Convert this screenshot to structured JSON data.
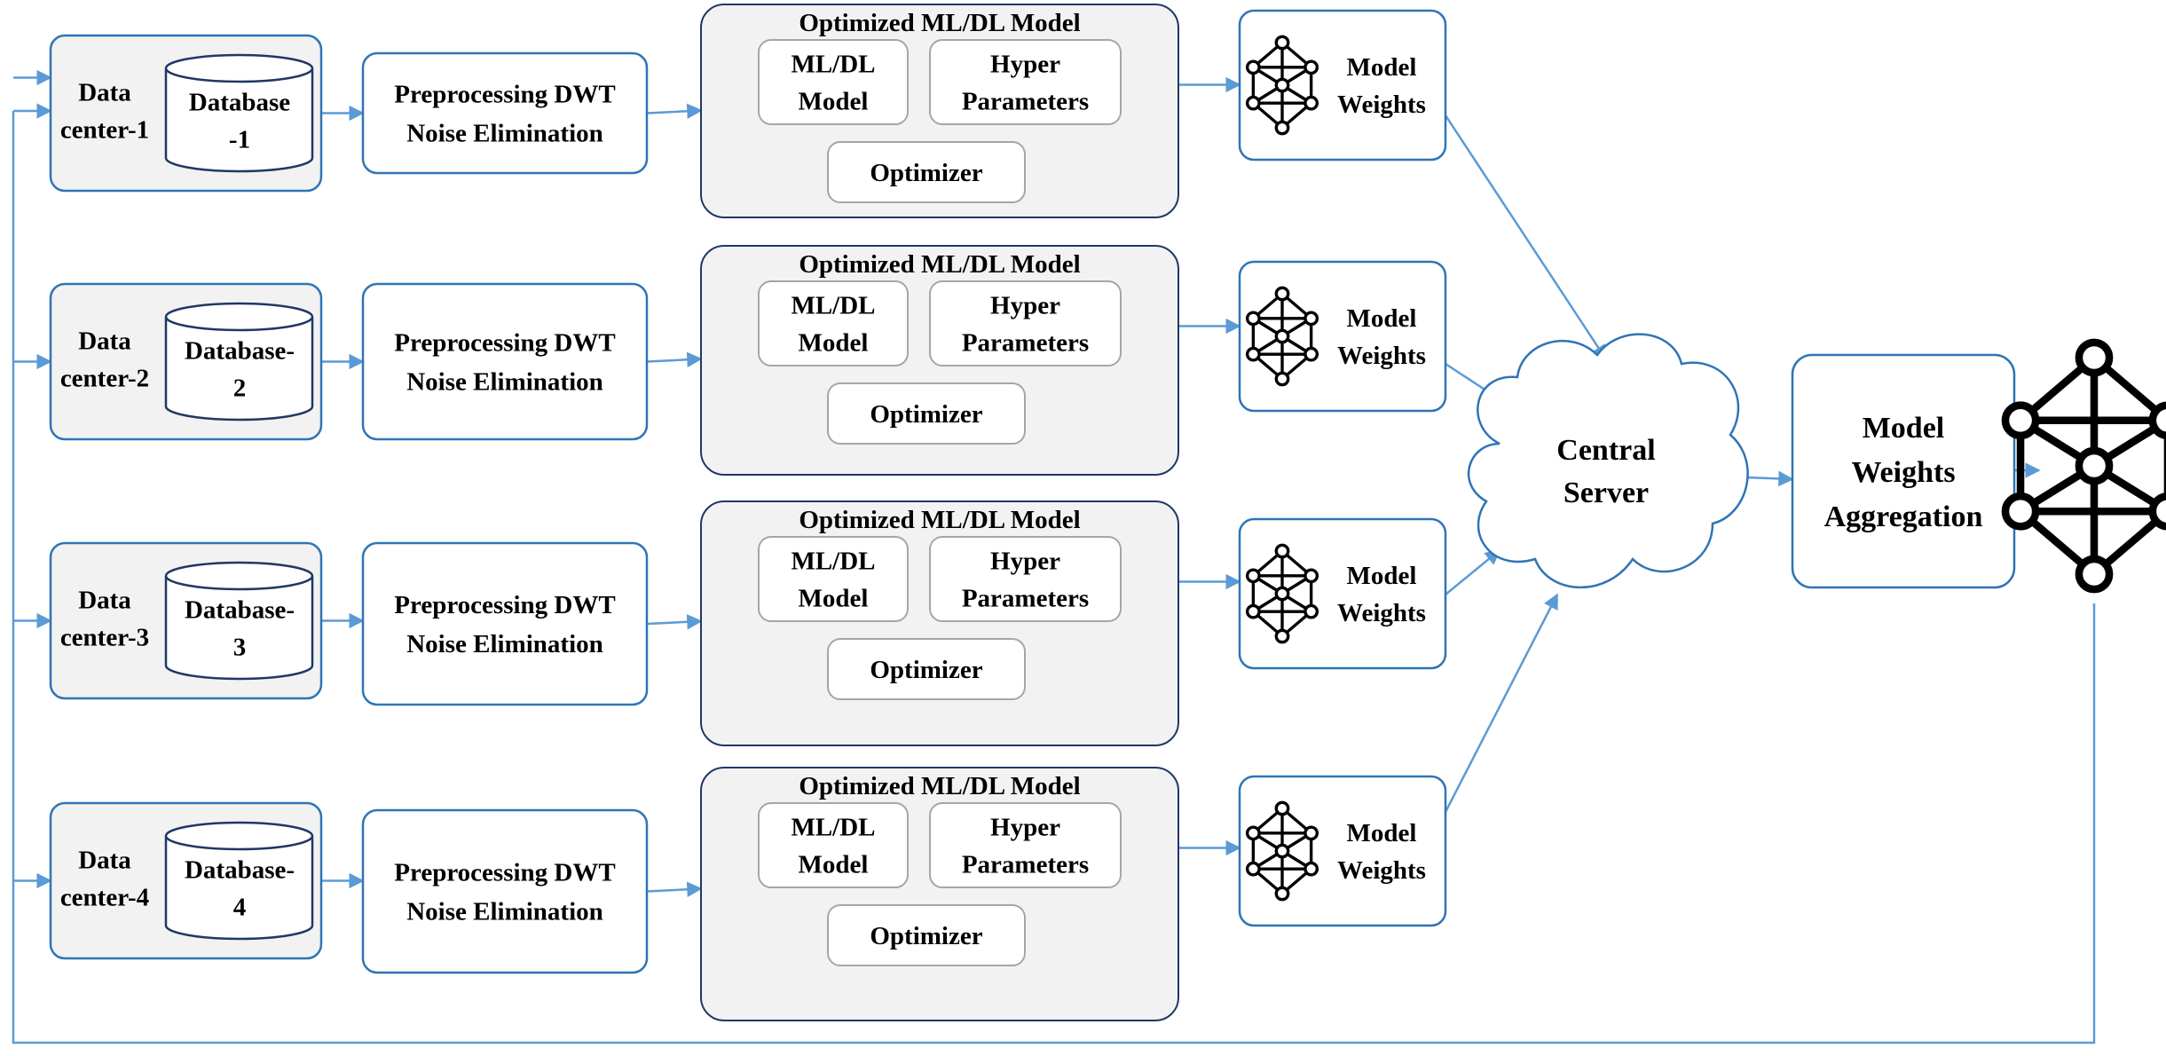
{
  "colors": {
    "edge_blue": "#2E75B6",
    "arrow_blue": "#5B9BD5",
    "panel_gray": "#F2F2F2",
    "inner_border": "#A6A6A6",
    "text": "#000000"
  },
  "rows": [
    {
      "datacenter": [
        "Data",
        "center-1"
      ],
      "database": [
        "Database",
        "-1"
      ],
      "preprocess": [
        "Preprocessing DWT",
        "Noise Elimination"
      ],
      "panel_title": "Optimized  ML/DL Model",
      "model": [
        "ML/DL",
        "Model"
      ],
      "hyper": [
        "Hyper",
        "Parameters"
      ],
      "optimizer": "Optimizer",
      "weights": [
        "Model",
        "Weights"
      ]
    },
    {
      "datacenter": [
        "Data",
        "center-2"
      ],
      "database": [
        "Database-",
        "2"
      ],
      "preprocess": [
        "Preprocessing DWT",
        "Noise Elimination"
      ],
      "panel_title": "Optimized  ML/DL Model",
      "model": [
        "ML/DL",
        "Model"
      ],
      "hyper": [
        "Hyper",
        "Parameters"
      ],
      "optimizer": "Optimizer",
      "weights": [
        "Model",
        "Weights"
      ]
    },
    {
      "datacenter": [
        "Data",
        "center-3"
      ],
      "database": [
        "Database-",
        "3"
      ],
      "preprocess": [
        "Preprocessing DWT",
        "Noise Elimination"
      ],
      "panel_title": "Optimized  ML/DL Model",
      "model": [
        "ML/DL",
        "Model"
      ],
      "hyper": [
        "Hyper",
        "Parameters"
      ],
      "optimizer": "Optimizer",
      "weights": [
        "Model",
        "Weights"
      ]
    },
    {
      "datacenter": [
        "Data",
        "center-4"
      ],
      "database": [
        "Database-",
        "4"
      ],
      "preprocess": [
        "Preprocessing DWT",
        "Noise Elimination"
      ],
      "panel_title": "Optimized  ML/DL Model",
      "model": [
        "ML/DL",
        "Model"
      ],
      "hyper": [
        "Hyper",
        "Parameters"
      ],
      "optimizer": "Optimizer",
      "weights": [
        "Model",
        "Weights"
      ]
    }
  ],
  "central_server": [
    "Central",
    "Server"
  ],
  "aggregation": [
    "Model",
    "Weights",
    "Aggregation"
  ],
  "icons": {
    "small_network": "neural-network-icon",
    "large_network": "neural-network-icon"
  }
}
